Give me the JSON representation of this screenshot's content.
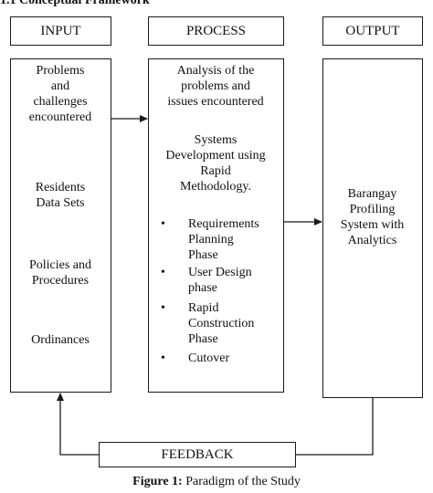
{
  "heading": "1.1 Conceptual Framework",
  "headers": {
    "input": "INPUT",
    "process": "PROCESS",
    "output": "OUTPUT"
  },
  "input_items": [
    "Problems",
    "and",
    "challenges",
    "encountered",
    "Residents",
    "Data Sets",
    "Policies and",
    "Procedures",
    "Ordinances"
  ],
  "process": {
    "analysis": [
      "Analysis of the",
      "problems and",
      "issues encountered"
    ],
    "systems": [
      "Systems",
      "Development using",
      "Rapid",
      "Methodology."
    ],
    "phases": [
      {
        "bullet": "•",
        "lines": [
          "Requirements",
          "Planning",
          "Phase"
        ]
      },
      {
        "bullet": "•",
        "lines": [
          "User Design",
          "phase"
        ]
      },
      {
        "bullet": "•",
        "lines": [
          "Rapid",
          "Construction",
          "Phase"
        ]
      },
      {
        "bullet": "•",
        "lines": [
          "Cutover"
        ]
      }
    ]
  },
  "output_lines": [
    "Barangay",
    "Profiling",
    "System with",
    "Analytics"
  ],
  "feedback": "FEEDBACK",
  "caption": {
    "label": "Figure 1:",
    "text": " Paradigm of the Study"
  }
}
